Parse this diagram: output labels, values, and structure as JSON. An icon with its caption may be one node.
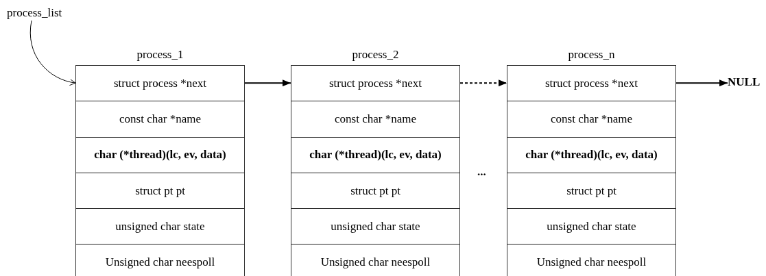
{
  "diagram": {
    "nodes": [
      {
        "text": [
          "process_list"
        ]
      },
      {
        "text": [
          "process_1"
        ]
      },
      {
        "text": [
          "struct process *next"
        ],
        "in": 1
      },
      {
        "text": [
          "const char *name"
        ],
        "in": 1
      },
      {
        "text": [
          "char (*thread)(lc, ev, data)"
        ],
        "in": 1
      },
      {
        "text": [
          "struct pt pt"
        ],
        "in": 1
      },
      {
        "text": [
          "unsigned char state"
        ],
        "in": 1
      },
      {
        "text": [
          "Unsigned char neespoll"
        ],
        "in": 1
      },
      {
        "text": [
          "process_2"
        ]
      },
      {
        "text": [
          "struct process *next"
        ],
        "in": 8
      },
      {
        "text": [
          "const char *name"
        ],
        "in": 8
      },
      {
        "text": [
          "char (*thread)(lc, ev, data)"
        ],
        "in": 8
      },
      {
        "text": [
          "struct pt pt"
        ],
        "in": 8
      },
      {
        "text": [
          "unsigned char state"
        ],
        "in": 8
      },
      {
        "text": [
          "Unsigned char neespoll"
        ],
        "in": 8
      },
      {
        "text": [
          "process_n"
        ]
      },
      {
        "text": [
          "struct process *next"
        ],
        "in": 15
      },
      {
        "text": [
          "const char *name"
        ],
        "in": 15
      },
      {
        "text": [
          "char (*thread)(lc, ev, data)"
        ],
        "in": 15
      },
      {
        "text": [
          "struct pt pt"
        ],
        "in": 15
      },
      {
        "text": [
          "unsigned char state"
        ],
        "in": 15
      },
      {
        "text": [
          "Unsigned char neespoll"
        ],
        "in": 15
      },
      {
        "text": [
          "NULL"
        ]
      }
    ],
    "edges": [
      {
        "from": 0,
        "to": 2,
        "arrow": "to"
      },
      {
        "from": 2,
        "to": 9,
        "arrow": "to"
      },
      {
        "from": 9,
        "to": 16,
        "arrow": "to",
        "style": "dashed"
      },
      {
        "from": 16,
        "to": 22,
        "arrow": "to"
      }
    ],
    "labels": [
      "..."
    ]
  }
}
